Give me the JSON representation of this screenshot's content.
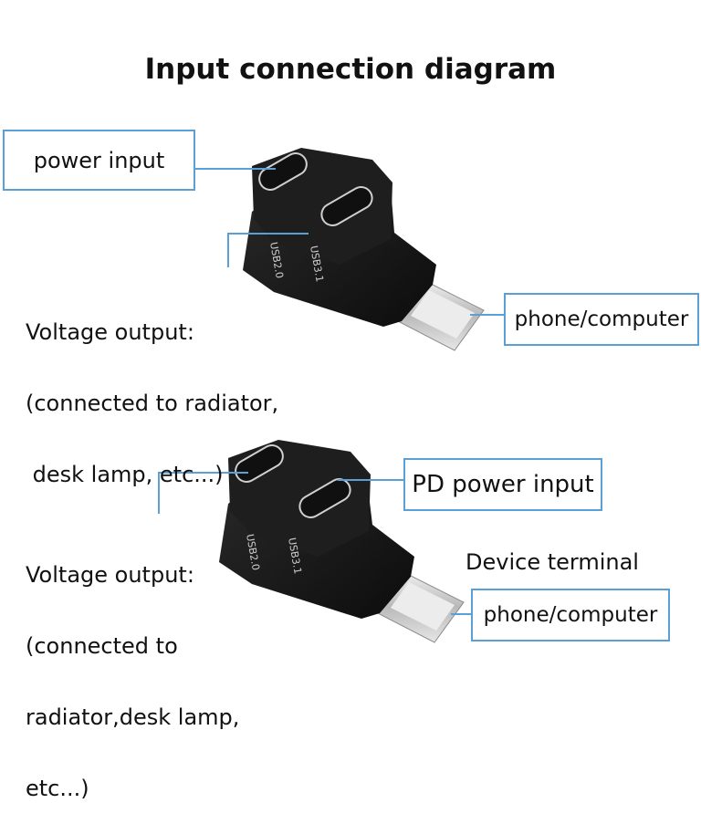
{
  "title": "Input connection diagram",
  "top": {
    "power_input_label": "power input",
    "voltage_output_lines": [
      "Voltage output:",
      "(connected to radiator,",
      " desk lamp, etc...)"
    ],
    "phone_label": "phone/computer",
    "port1_label": "USB2.0",
    "port2_label": "USB3.1"
  },
  "bottom": {
    "pd_power_label": "PD power input",
    "voltage_output_lines": [
      "Voltage output:",
      "(connected to",
      "radiator,desk lamp,",
      "etc...)"
    ],
    "device_terminal_label": "Device terminal",
    "phone_label": "phone/computer",
    "port1_label": "USB2.0",
    "port2_label": "USB3.1"
  },
  "colors": {
    "callout_line": "#5aa0d6",
    "adapter_body": "#1b1b1b",
    "connector_metal": "#d8d8d8"
  }
}
